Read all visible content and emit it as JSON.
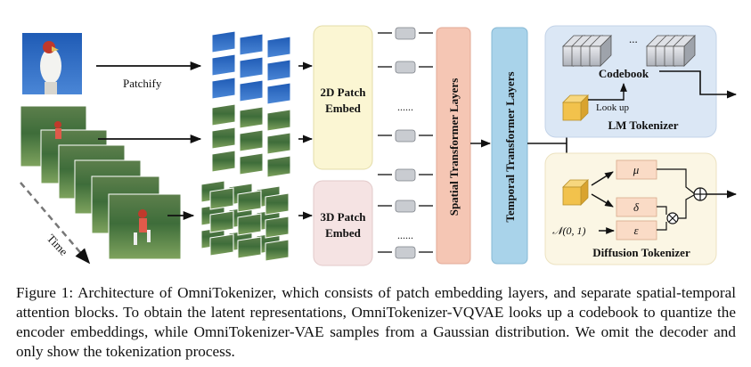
{
  "figure": {
    "patchify_label": "Patchify",
    "time_label": "Time",
    "patch2d_label": [
      "2D Patch",
      "Embed"
    ],
    "patch3d_label": [
      "3D Patch",
      "Embed"
    ],
    "spatial_label": "Spatial Transformer Layers",
    "temporal_label": "Temporal Transformer Layers",
    "dots": "......",
    "codebook_dots": "...",
    "codebook_label": "Codebook",
    "lookup_label": "Look up",
    "lm_tokenizer_label": "LM Tokenizer",
    "mu_label": "μ",
    "delta_label": "δ",
    "epsilon_label": "ε",
    "noise_label": "𝒩(0, 1)",
    "diffusion_tokenizer_label": "Diffusion Tokenizer",
    "colors": {
      "patch2d_fill": "#fbf6d3",
      "patch3d_fill": "#f5e3e3",
      "spatial_fill": "#f5c6b4",
      "temporal_fill": "#a9d3ea",
      "lm_panel_fill": "#dbe7f5",
      "diffusion_panel_fill": "#fbf6e4",
      "token_fill": "#c9ccd1",
      "latent_fill": "#f2c24c",
      "param_fill": "#fadbc6"
    }
  },
  "caption": "Figure 1: Architecture of OmniTokenizer, which consists of patch embedding layers, and separate spatial-temporal attention blocks. To obtain the latent representations, OmniTokenizer-VQVAE looks up a codebook to quantize the encoder embeddings, while OmniTokenizer-VAE samples from a Gaussian distribution. We omit the decoder and only show the tokenization process."
}
